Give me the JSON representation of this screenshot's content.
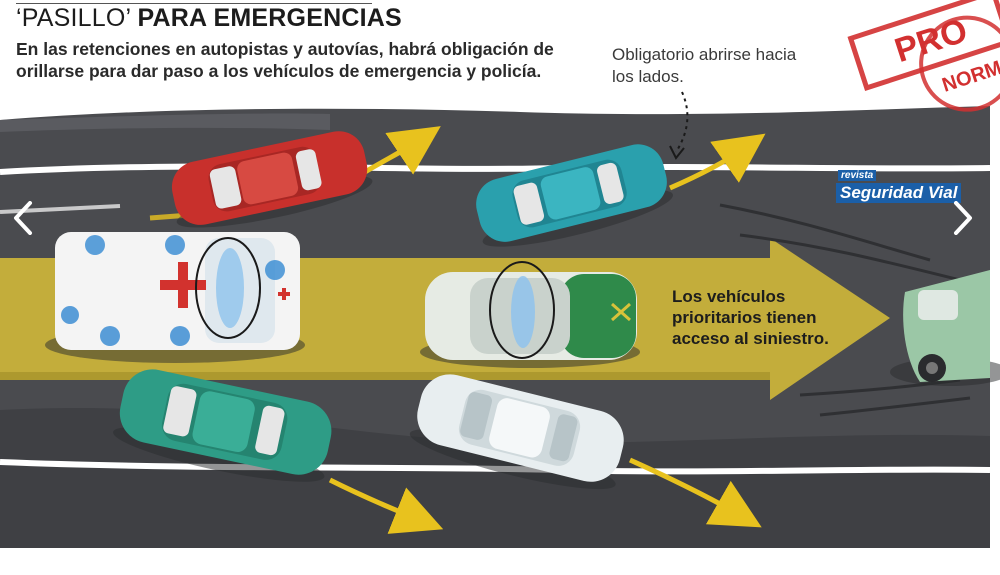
{
  "title": {
    "prefix": "‘PASILLO’",
    "main": "PARA EMERGENCIAS"
  },
  "subtitle": "En las retenciones en autopistas y autovías, habrá obligación de orillarse para dar paso a los vehículos de emergencia y policía.",
  "note": "Obligatorio abrirse hacia los lados.",
  "callout": "Los vehículos prioritarios tienen acceso al siniestro.",
  "stamp": {
    "line1": "PRO",
    "line2": "NORM"
  },
  "brand": {
    "line1": "revista",
    "line2": "Seguridad Vial"
  },
  "nav": {
    "prev_icon": "chevron-left-icon",
    "next_icon": "chevron-right-icon"
  },
  "colors": {
    "road": "#4a4b4f",
    "arrow": "#c9b23a",
    "lane_line": "#ffffff",
    "red_car": "#c8302c",
    "teal_car": "#2aa0ad",
    "green_car": "#2e9c86",
    "white_car": "#e8eef0",
    "police_car": "#e6ebe4",
    "crashed_car": "#9bc7a6",
    "stamp": "#d23030",
    "brand": "#1b5fa8"
  }
}
